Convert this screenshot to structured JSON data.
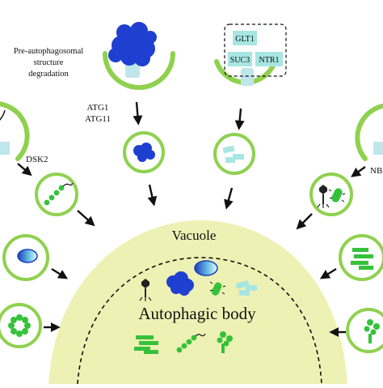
{
  "labels": {
    "pas_line1": "Pre-autophagosomal",
    "pas_line2": "structure",
    "pas_line3": "degradation",
    "atg1": "ATG1",
    "atg11": "ATG11",
    "dsk2": "DSK2",
    "nbr": "NB",
    "vacuole": "Vacuole",
    "autophagic_body": "Autophagic body"
  },
  "cargo_box": {
    "glt1": "GLT1",
    "suc3": "SUC3",
    "ntr1": "NTR1"
  },
  "colors": {
    "membrane": "#8fd14f",
    "vesicle_fill": "#ffffff",
    "vacuole_fill": "#eef1b4",
    "pas_blue": "#1f3fd1",
    "transporter": "#a8e6e2",
    "stem": "#bfe6ea",
    "green_cargo": "#35c23a",
    "arrow": "#111111"
  }
}
